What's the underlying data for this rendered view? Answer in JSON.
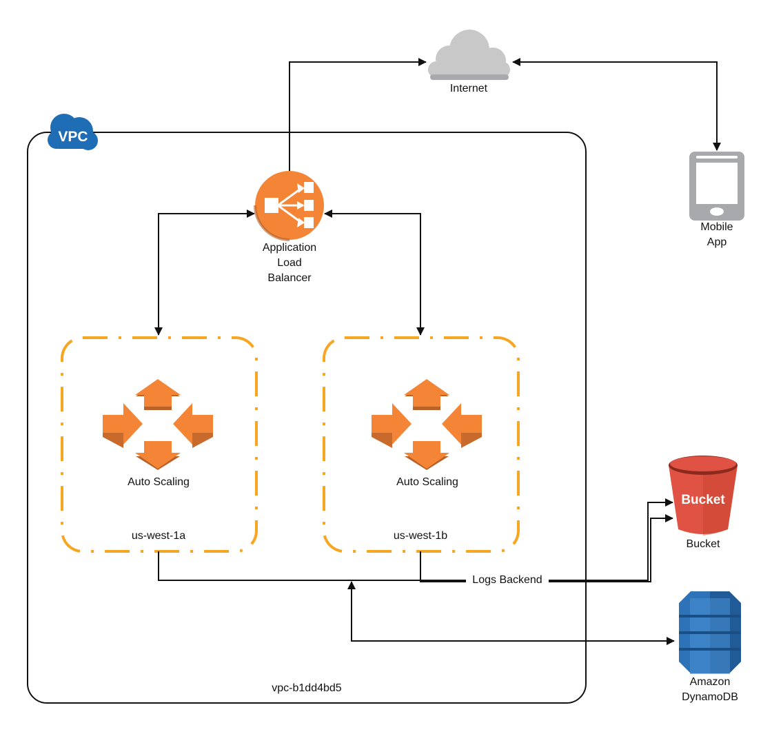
{
  "internet": {
    "label": "Internet"
  },
  "vpc": {
    "badge": "VPC",
    "id_label": "vpc-b1dd4bd5"
  },
  "load_balancer": {
    "lines": [
      "Application",
      "Load",
      "Balancer"
    ]
  },
  "zones": [
    {
      "name": "us-west-1a",
      "service": "Auto Scaling"
    },
    {
      "name": "us-west-1b",
      "service": "Auto Scaling"
    }
  ],
  "mobile": {
    "lines": [
      "Mobile",
      "App"
    ]
  },
  "bucket": {
    "badge": "Bucket",
    "label": "Bucket"
  },
  "dynamodb": {
    "lines": [
      "Amazon",
      "DynamoDB"
    ]
  },
  "connections": {
    "logs_label": "Logs Backend"
  },
  "colors": {
    "aws_orange": "#F58536",
    "zone_border": "#F6A623",
    "vpc_blue": "#1F6DB5",
    "cloud_gray": "#C8C8C9",
    "bucket_red": "#E05243",
    "dynamo_blue": "#2E73B8"
  }
}
